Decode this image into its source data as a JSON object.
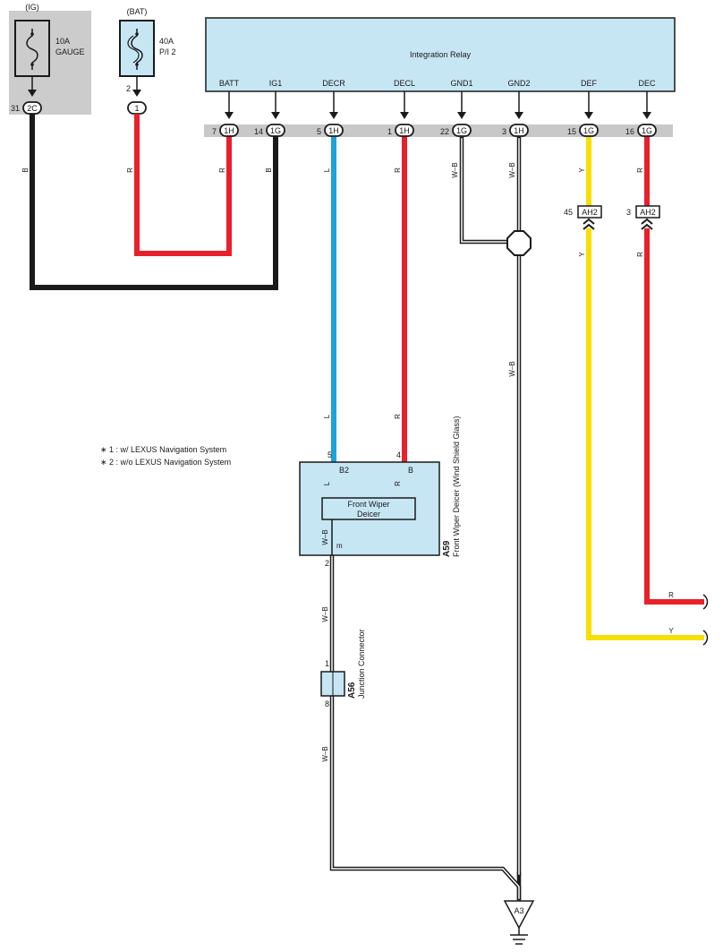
{
  "fuses": {
    "ig": {
      "label": "(IG)",
      "rating": "10A",
      "name": "GAUGE",
      "pin": "31",
      "connector": "2C"
    },
    "bat": {
      "label": "(BAT)",
      "rating": "40A",
      "name": "P/I 2",
      "pin": "2",
      "connector": "1"
    }
  },
  "relay": {
    "title": "Integration Relay",
    "terminals": [
      {
        "name": "BATT",
        "pin": "7",
        "connector": "1H"
      },
      {
        "name": "IG1",
        "pin": "14",
        "connector": "1G"
      },
      {
        "name": "DECR",
        "pin": "5",
        "connector": "1H"
      },
      {
        "name": "DECL",
        "pin": "1",
        "connector": "1H"
      },
      {
        "name": "GND1",
        "pin": "22",
        "connector": "1G"
      },
      {
        "name": "GND2",
        "pin": "3",
        "connector": "1H"
      },
      {
        "name": "DEF",
        "pin": "15",
        "connector": "1G"
      },
      {
        "name": "DEC",
        "pin": "16",
        "connector": "1G"
      }
    ]
  },
  "wire_codes": {
    "black": "B",
    "red": "R",
    "blue": "L",
    "yellow": "Y",
    "white_black": "W–B"
  },
  "colors": {
    "red": "#e8202a",
    "blue": "#1ca3dc",
    "black": "#1a1a1a",
    "yellow": "#f5e000",
    "component_fill": "#c6e6f4",
    "fuse_box_fill": "#cccccc",
    "bus_fill": "#c8c8c8"
  },
  "ah2": {
    "left": {
      "pin": "45",
      "connector": "AH2"
    },
    "right": {
      "pin": "3",
      "connector": "AH2"
    }
  },
  "notes": [
    "∗ 1 : w/ LEXUS Navigation System",
    "∗ 2 : w/o LEXUS Navigation System"
  ],
  "deicer": {
    "code": "A59",
    "description": "Front Wiper Deicer (Wind Shield Glass)",
    "inner_label": [
      "Front Wiper",
      "Deicer"
    ],
    "pin_left": "5",
    "pin_right": "4",
    "term_left": "B2",
    "term_right": "B",
    "pin_bottom": "2",
    "term_bottom": "m"
  },
  "junction": {
    "code": "A56",
    "description": "Junction Connector",
    "pin_top": "1",
    "pin_bottom": "8"
  },
  "ground": {
    "code": "A3"
  }
}
